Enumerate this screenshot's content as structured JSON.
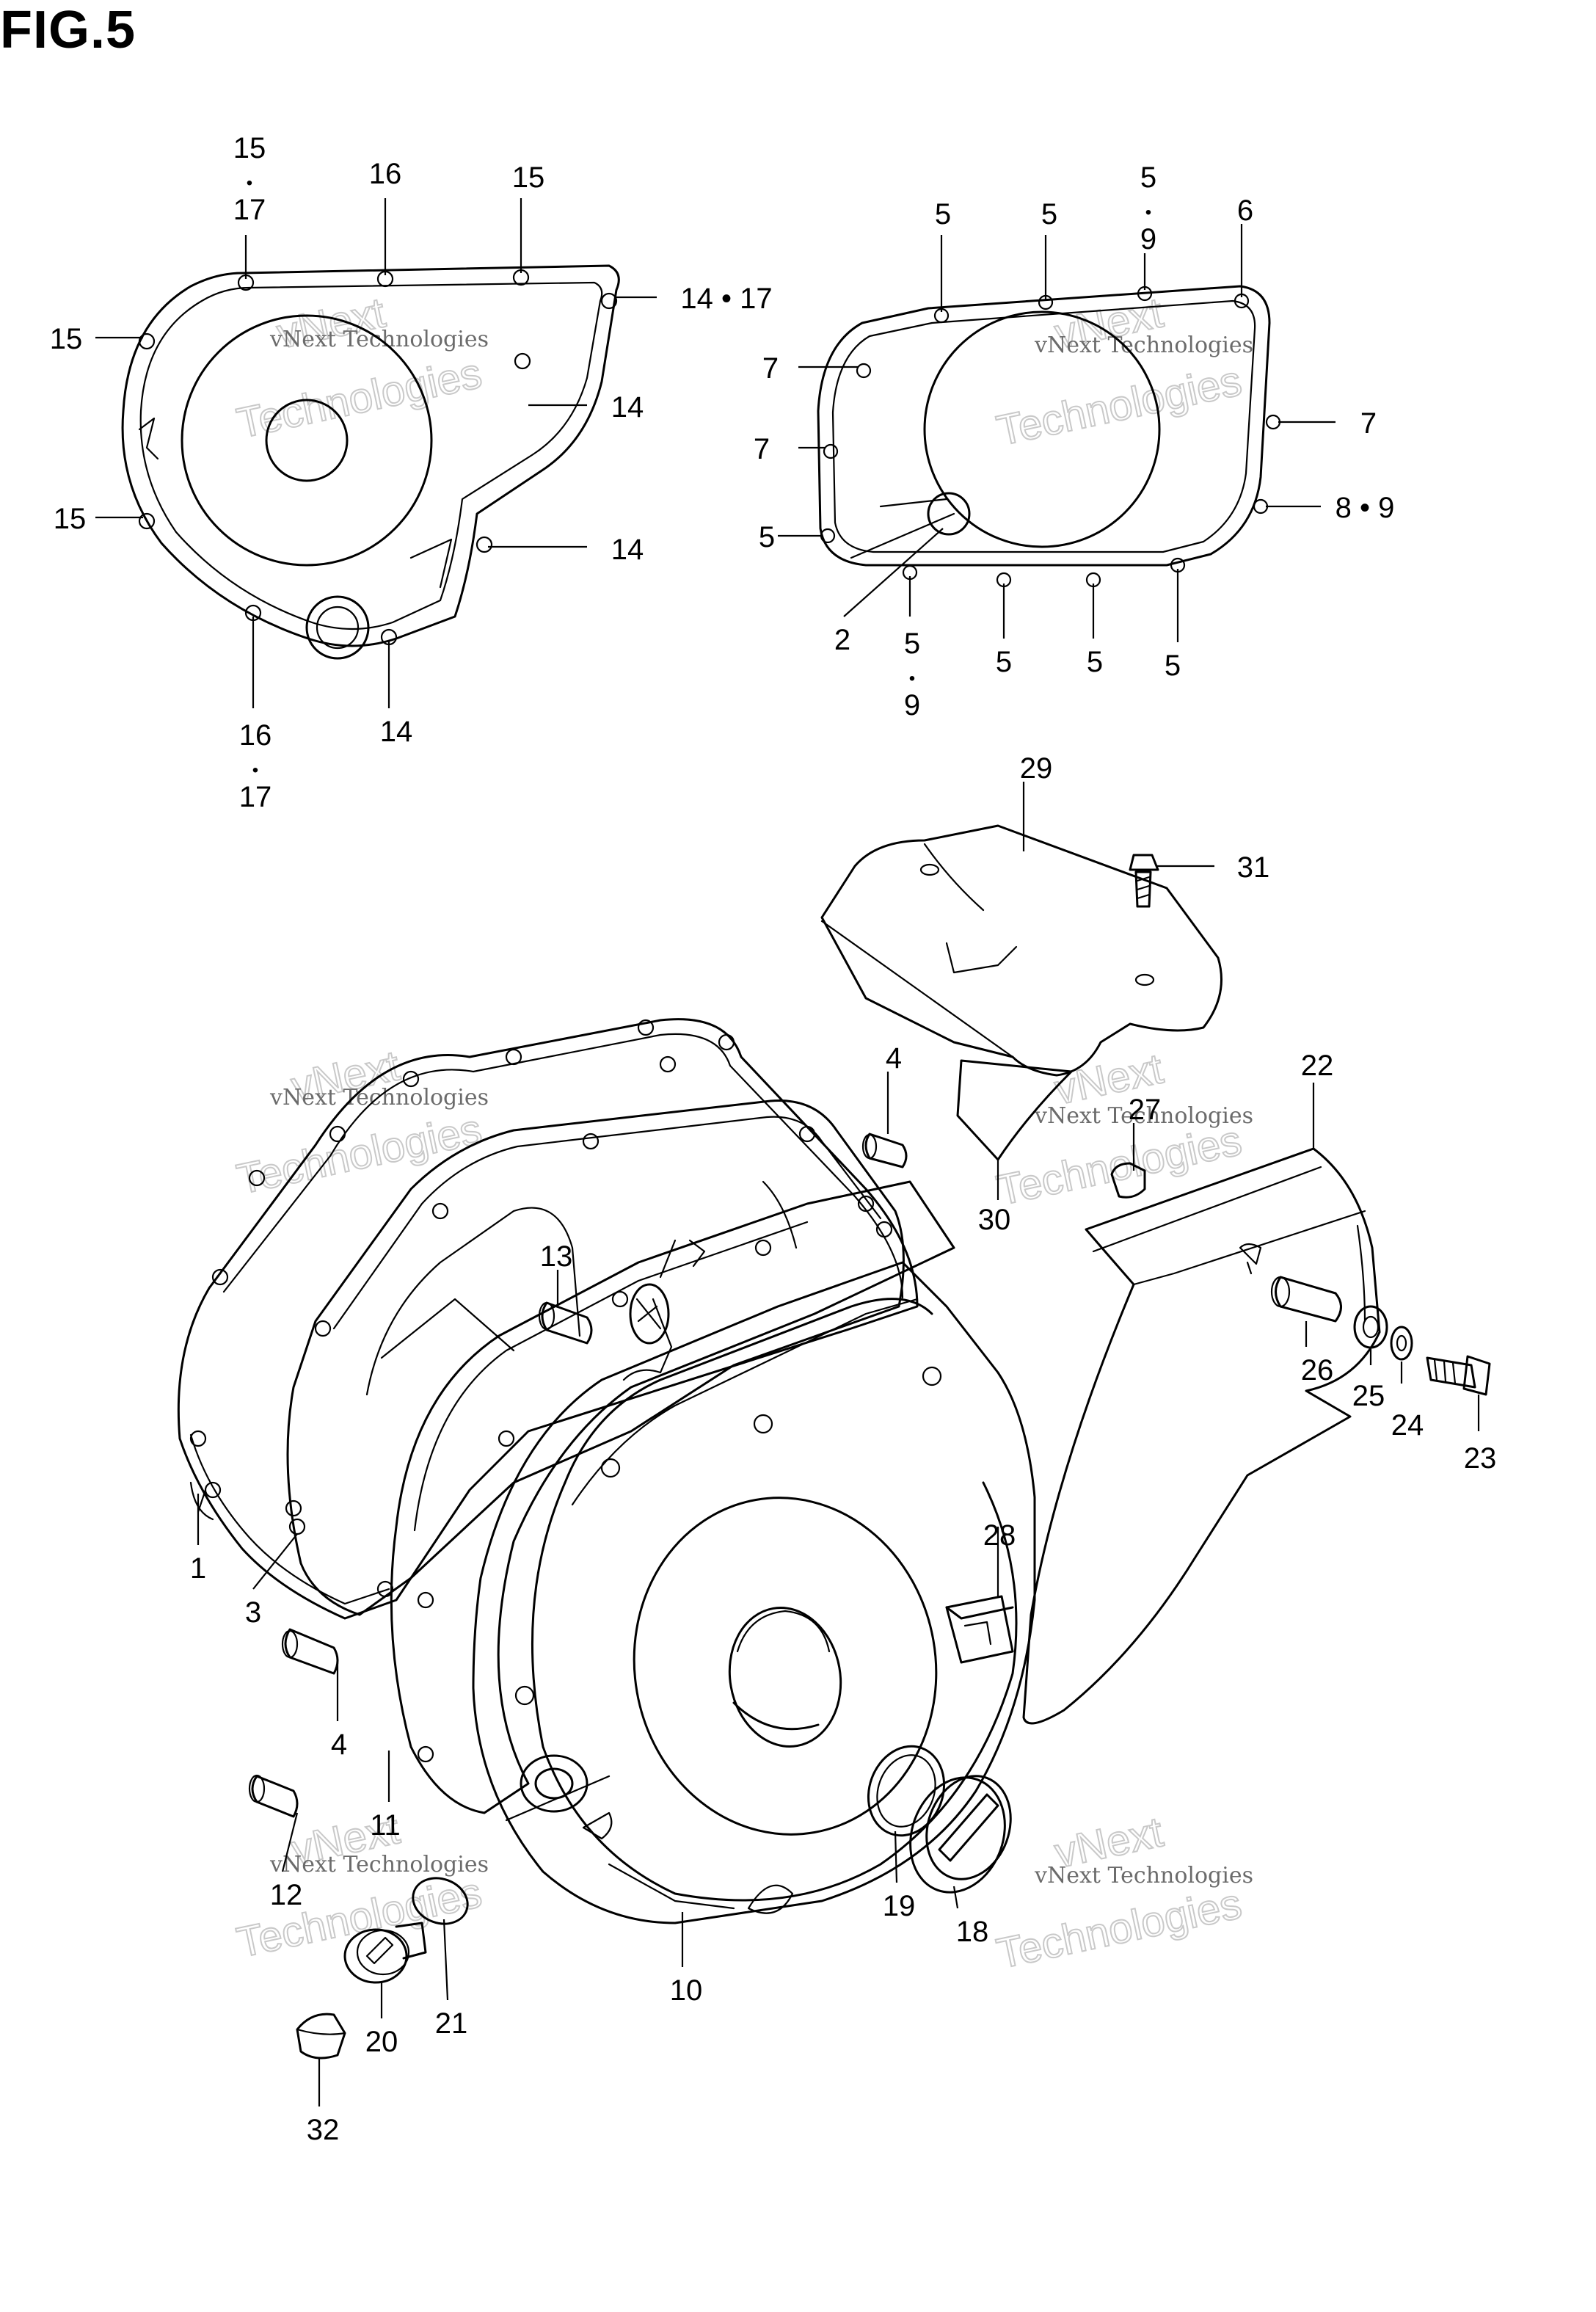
{
  "title": "FIG.5",
  "watermark": {
    "line1": "vNext Technologies",
    "line2": "Technologies",
    "logo": "vNext"
  },
  "labels": [
    {
      "id": "top-left-15-17",
      "text": "15\n•\n17"
    },
    {
      "id": "top-left-16a",
      "text": "16"
    },
    {
      "id": "top-left-15a",
      "text": "15"
    },
    {
      "id": "top-left-14-17",
      "text": "14 • 17"
    },
    {
      "id": "top-left-15b",
      "text": "15"
    },
    {
      "id": "top-left-14a",
      "text": "14"
    },
    {
      "id": "top-left-15c",
      "text": "15"
    },
    {
      "id": "top-left-14b",
      "text": "14"
    },
    {
      "id": "top-left-16-17",
      "text": "16\n•\n17"
    },
    {
      "id": "top-left-14c",
      "text": "14"
    },
    {
      "id": "top-right-5a",
      "text": "5"
    },
    {
      "id": "top-right-5b",
      "text": "5"
    },
    {
      "id": "top-right-5-9",
      "text": "5\n•\n9"
    },
    {
      "id": "top-right-6",
      "text": "6"
    },
    {
      "id": "top-right-7a",
      "text": "7"
    },
    {
      "id": "top-right-7b",
      "text": "7"
    },
    {
      "id": "top-right-7c",
      "text": "7"
    },
    {
      "id": "top-right-8-9",
      "text": "8 • 9"
    },
    {
      "id": "top-right-5c",
      "text": "5"
    },
    {
      "id": "top-right-2",
      "text": "2"
    },
    {
      "id": "top-right-5-9b",
      "text": "5\n•\n9"
    },
    {
      "id": "top-right-5d",
      "text": "5"
    },
    {
      "id": "top-right-5e",
      "text": "5"
    },
    {
      "id": "top-right-5f",
      "text": "5"
    },
    {
      "id": "part-29",
      "text": "29"
    },
    {
      "id": "part-31",
      "text": "31"
    },
    {
      "id": "part-4a",
      "text": "4"
    },
    {
      "id": "part-22",
      "text": "22"
    },
    {
      "id": "part-27",
      "text": "27"
    },
    {
      "id": "part-30",
      "text": "30"
    },
    {
      "id": "part-13",
      "text": "13"
    },
    {
      "id": "part-26",
      "text": "26"
    },
    {
      "id": "part-25",
      "text": "25"
    },
    {
      "id": "part-24",
      "text": "24"
    },
    {
      "id": "part-23",
      "text": "23"
    },
    {
      "id": "part-1",
      "text": "1"
    },
    {
      "id": "part-3",
      "text": "3"
    },
    {
      "id": "part-28",
      "text": "28"
    },
    {
      "id": "part-4b",
      "text": "4"
    },
    {
      "id": "part-11",
      "text": "11"
    },
    {
      "id": "part-12",
      "text": "12"
    },
    {
      "id": "part-19",
      "text": "19"
    },
    {
      "id": "part-18",
      "text": "18"
    },
    {
      "id": "part-10",
      "text": "10"
    },
    {
      "id": "part-21",
      "text": "21"
    },
    {
      "id": "part-20",
      "text": "20"
    },
    {
      "id": "part-32",
      "text": "32"
    }
  ]
}
